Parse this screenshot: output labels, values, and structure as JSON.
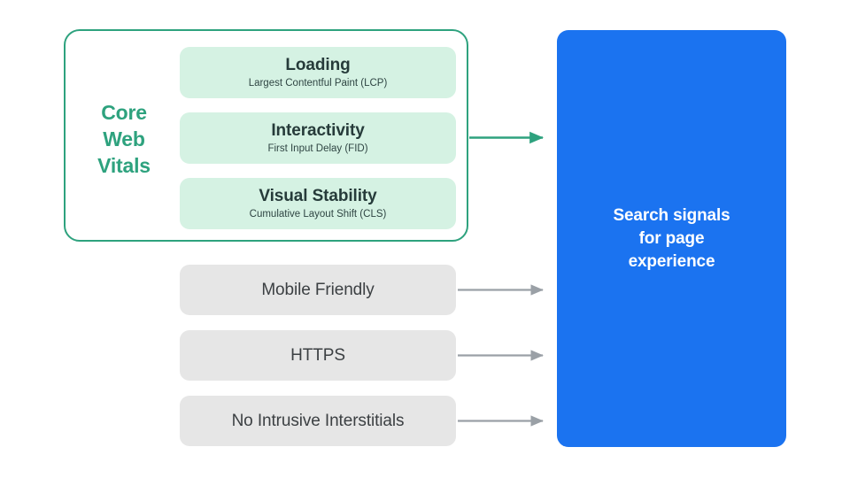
{
  "diagram": {
    "title": "Search signals for page experience",
    "colors": {
      "core_web_vitals_accent": "#2EA27E",
      "metric_card_bg": "#D5F2E3",
      "signal_card_bg": "#E6E6E6",
      "destination_bg": "#1B73F0",
      "arrow_gray": "#9AA0A6",
      "text_dark": "#3C4043",
      "text_white": "#FFFFFF"
    }
  },
  "core_web_vitals": {
    "label_lines": [
      "Core",
      "Web",
      "Vitals"
    ],
    "label_line_1": "Core",
    "label_line_2": "Web",
    "label_line_3": "Vitals",
    "metrics": [
      {
        "title": "Loading",
        "subtitle": "Largest Contentful Paint (LCP)",
        "abbreviation": "LCP"
      },
      {
        "title": "Interactivity",
        "subtitle": "First Input Delay (FID)",
        "abbreviation": "FID"
      },
      {
        "title": "Visual Stability",
        "subtitle": "Cumulative Layout Shift (CLS)",
        "abbreviation": "CLS"
      }
    ]
  },
  "other_signals": [
    {
      "label": "Mobile Friendly"
    },
    {
      "label": "HTTPS"
    },
    {
      "label": "No Intrusive Interstitials"
    }
  ],
  "destination": {
    "line_1": "Search signals",
    "line_2": "for page",
    "line_3": "experience",
    "full_text": "Search signals for page experience"
  },
  "connectors": [
    {
      "name": "core-web-vitals-to-destination",
      "color": "#2EA27E"
    },
    {
      "name": "mobile-friendly-to-destination",
      "color": "#9AA0A6"
    },
    {
      "name": "https-to-destination",
      "color": "#9AA0A6"
    },
    {
      "name": "no-intrusive-interstitials-to-destination",
      "color": "#9AA0A6"
    }
  ]
}
